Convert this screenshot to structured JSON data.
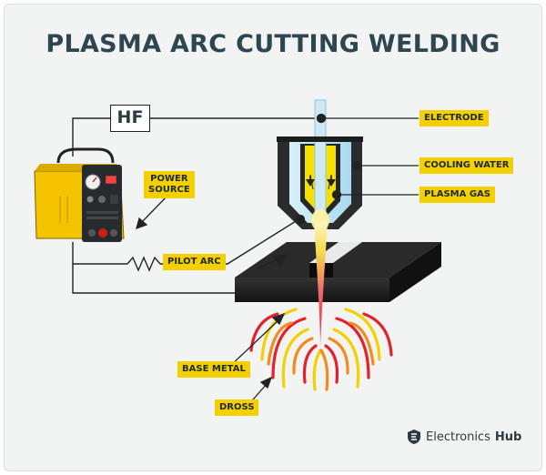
{
  "title": "PLASMA ARC CUTTING WELDING",
  "hf_box": "HF",
  "labels": {
    "electrode": "ELECTRODE",
    "cooling_water": "COOLING WATER",
    "plasma_gas": "PLASMA GAS",
    "power_source_line1": "POWER",
    "power_source_line2": "SOURCE",
    "pilot_arc": "PILOT ARC",
    "base_metal": "BASE METAL",
    "dross": "DROSS"
  },
  "brand": {
    "name_regular": "Electronics",
    "name_bold": "Hub",
    "icon": "shield-e-logo-icon"
  },
  "colors": {
    "accent_yellow": "#f5d000",
    "title": "#2d4650",
    "plasma_red": "#e8283a",
    "dross_red": "#e5202c",
    "dross_orange": "#f28a1c",
    "cooling_blue": "#bfe4f3",
    "metal_black": "#1f1f1f"
  }
}
